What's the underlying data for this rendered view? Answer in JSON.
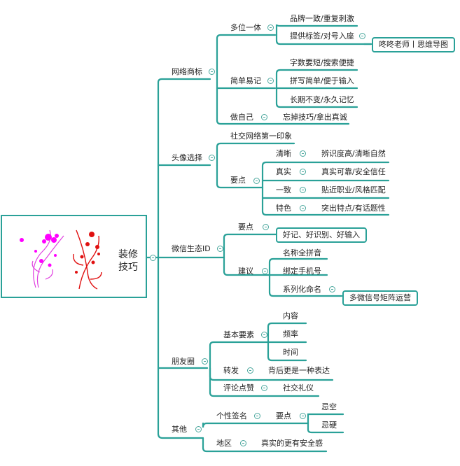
{
  "root": {
    "title_line1": "装修",
    "title_line2": "技巧",
    "image": "floral-ornament-illustration"
  },
  "colors": {
    "connector": "#2aa198",
    "toggle": "#4aa79d",
    "magenta_flower": "#e800e8",
    "red_flower": "#e01010"
  },
  "branches": [
    {
      "label": "网络商标",
      "children": [
        {
          "label": "多位一体",
          "children": [
            {
              "label": "品牌一致/重复刺激"
            },
            {
              "label": "提供标签/对号入座",
              "children": [
                {
                  "label": "咚咚老师丨思维导图",
                  "boxed": true
                }
              ]
            }
          ]
        },
        {
          "label": "简单易记",
          "children": [
            {
              "label": "字数要短/搜索便捷"
            },
            {
              "label": "拼写简单/便于输入"
            },
            {
              "label": "长期不变/永久记忆"
            }
          ]
        },
        {
          "label": "做自己",
          "children": [
            {
              "label": "忘掉技巧/拿出真诚"
            }
          ]
        }
      ]
    },
    {
      "label": "头像选择",
      "children": [
        {
          "label": "社交网络第一印象"
        },
        {
          "label": "要点",
          "children": [
            {
              "label": "清晰",
              "children": [
                {
                  "label": "辨识度高/清晰自然"
                }
              ]
            },
            {
              "label": "真实",
              "children": [
                {
                  "label": "真实可靠/安全信任"
                }
              ]
            },
            {
              "label": "一致",
              "children": [
                {
                  "label": "贴近职业/风格匹配"
                }
              ]
            },
            {
              "label": "特色",
              "children": [
                {
                  "label": "突出特点/有话题性"
                }
              ]
            }
          ]
        }
      ]
    },
    {
      "label": "微信生态ID",
      "children": [
        {
          "label": "要点",
          "children": [
            {
              "label": "好记、好识别、好输入",
              "boxed": true
            }
          ]
        },
        {
          "label": "建议",
          "children": [
            {
              "label": "名称全拼音"
            },
            {
              "label": "绑定手机号"
            },
            {
              "label": "系列化命名",
              "children": [
                {
                  "label": "多微信号矩阵运营",
                  "boxed": true
                }
              ]
            }
          ]
        }
      ]
    },
    {
      "label": "朋友圈",
      "children": [
        {
          "label": "基本要素",
          "children": [
            {
              "label": "内容"
            },
            {
              "label": "频率"
            },
            {
              "label": "时间"
            }
          ]
        },
        {
          "label": "转发",
          "children": [
            {
              "label": "背后更是一种表达"
            }
          ]
        },
        {
          "label": "评论点赞",
          "children": [
            {
              "label": "社交礼仪"
            }
          ]
        }
      ]
    },
    {
      "label": "其他",
      "children": [
        {
          "label": "个性签名",
          "children": [
            {
              "label": "要点",
              "children": [
                {
                  "label": "忌空"
                },
                {
                  "label": "忌硬"
                }
              ]
            }
          ]
        },
        {
          "label": "地区",
          "children": [
            {
              "label": "真实的更有安全感"
            }
          ]
        }
      ]
    }
  ]
}
